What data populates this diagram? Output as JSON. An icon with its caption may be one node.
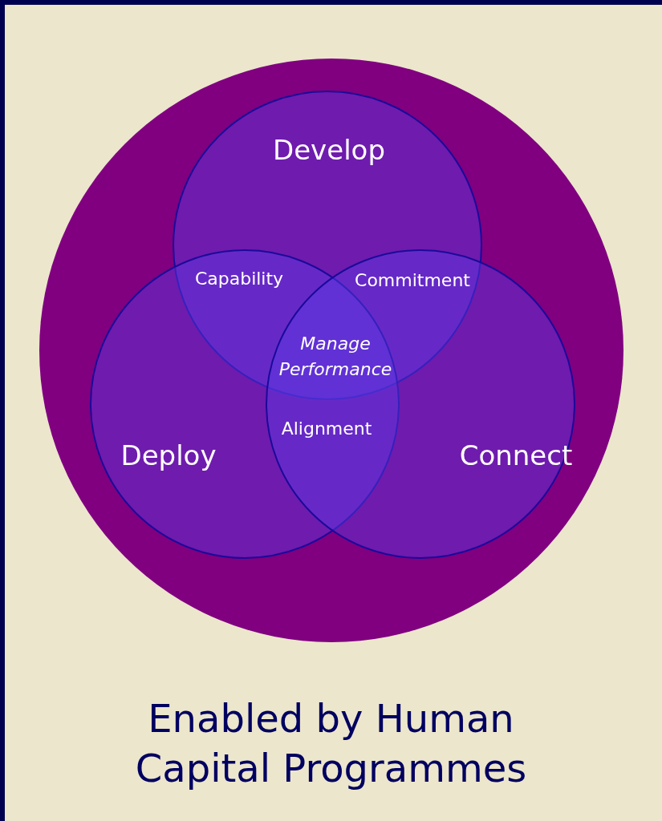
{
  "diagram": {
    "caption": "Enabled by Human Capital Programmes",
    "nodes": [
      {
        "text": [],
        "shape": "circle"
      },
      {
        "text": [
          "Develop"
        ],
        "in": 0
      },
      {
        "text": [
          "Deploy"
        ],
        "in": 0
      },
      {
        "text": [
          "Connect"
        ],
        "in": 0
      }
    ],
    "labels": [
      "Capability",
      "Commitment",
      "Manage Performance",
      "Alignment"
    ]
  }
}
